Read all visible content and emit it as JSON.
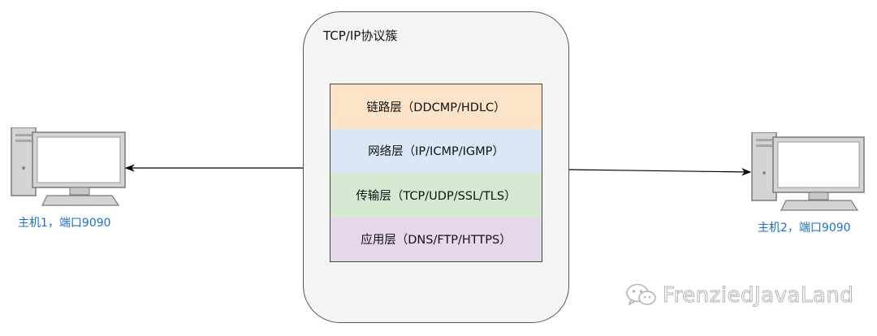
{
  "protocol_suite": {
    "title": "TCP/IP协议簇",
    "layers": [
      {
        "label": "链路层（DDCMP/HDLC）",
        "color": "#fde3c8"
      },
      {
        "label": "网络层（IP/ICMP/IGMP）",
        "color": "#d9e7f7"
      },
      {
        "label": "传输层（TCP/UDP/SSL/TLS）",
        "color": "#d7e9d3"
      },
      {
        "label": "应用层（DNS/FTP/HTTPS）",
        "color": "#e4d8ea"
      }
    ]
  },
  "hosts": [
    {
      "label": "主机1，端口9090",
      "icon": "computer-icon"
    },
    {
      "label": "主机2，端口9090",
      "icon": "computer-icon"
    }
  ],
  "watermark": {
    "text": "FrenziedJavaLand",
    "icon": "wechat-icon"
  },
  "colors": {
    "label_blue": "#1f6fc0",
    "container_fill": "#f5f5f5"
  }
}
